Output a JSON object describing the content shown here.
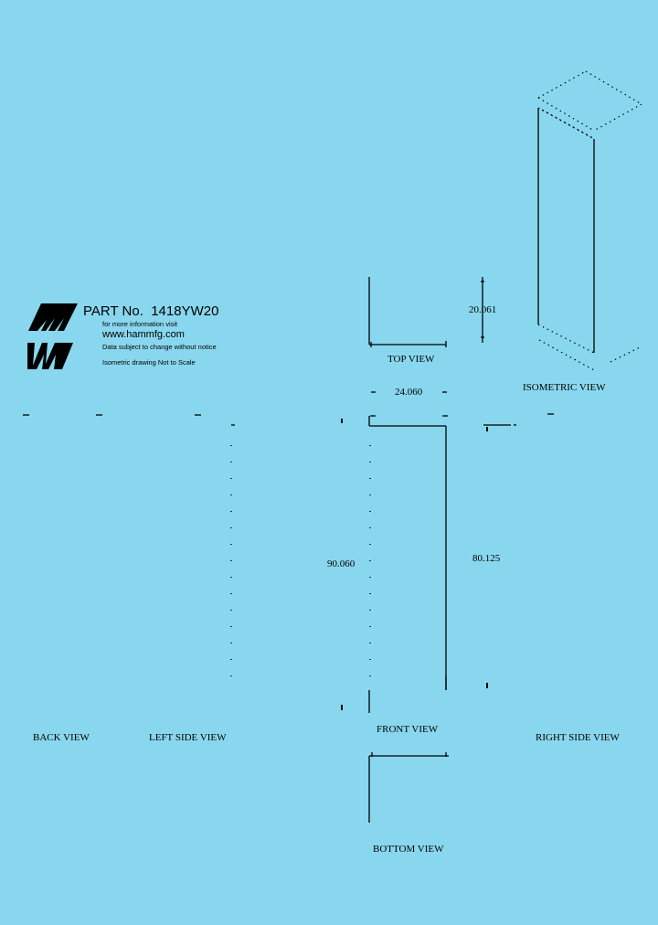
{
  "colors": {
    "background": "#89d7ee",
    "ink": "#000000"
  },
  "title_block": {
    "logo": "hammond-mw-logo",
    "part_label": "PART No.",
    "part_number": "1418YW20",
    "info_line": "for more information visit",
    "website": "www.hammfg.com",
    "disclaimer": "Data subject to change without notice",
    "scale_note": "Isometric drawing Not to Scale"
  },
  "views": {
    "top": "TOP VIEW",
    "isometric": "ISOMETRIC VIEW",
    "front": "FRONT VIEW",
    "back": "BACK VIEW",
    "left_side": "LEFT SIDE VIEW",
    "right_side": "RIGHT SIDE VIEW",
    "bottom": "BOTTOM VIEW"
  },
  "dimensions": {
    "top_depth": "20.061",
    "width": "24.060",
    "front_height": "90.060",
    "side_height": "80.125"
  }
}
